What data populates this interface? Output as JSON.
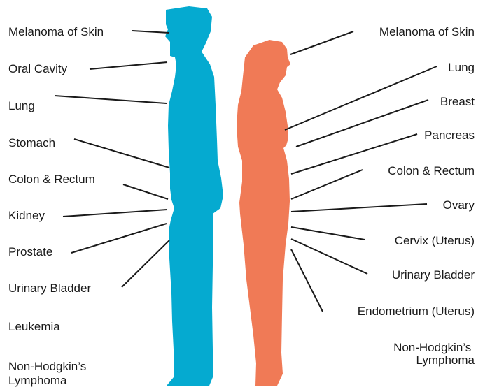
{
  "male": {
    "sites": [
      {
        "id": "melanoma-of-skin",
        "label": "Melanoma of Skin"
      },
      {
        "id": "oral-cavity",
        "label": "Oral Cavity"
      },
      {
        "id": "lung",
        "label": "Lung"
      },
      {
        "id": "stomach",
        "label": "Stomach"
      },
      {
        "id": "colon-rectum",
        "label": "Colon & Rectum"
      },
      {
        "id": "kidney",
        "label": "Kidney"
      },
      {
        "id": "prostate",
        "label": "Prostate"
      },
      {
        "id": "urinary-bladder",
        "label": "Urinary Bladder"
      },
      {
        "id": "leukemia",
        "label": "Leukemia"
      },
      {
        "id": "non-hodgkins-lymphoma",
        "label": [
          "Non-Hodgkin’s",
          "Lymphoma"
        ]
      }
    ]
  },
  "female": {
    "sites": [
      {
        "id": "melanoma-of-skin",
        "label": "Melanoma of Skin"
      },
      {
        "id": "lung",
        "label": "Lung"
      },
      {
        "id": "breast",
        "label": "Breast"
      },
      {
        "id": "pancreas",
        "label": "Pancreas"
      },
      {
        "id": "colon-rectum",
        "label": "Colon & Rectum"
      },
      {
        "id": "ovary",
        "label": "Ovary"
      },
      {
        "id": "cervix-uterus",
        "label": "Cervix (Uterus)"
      },
      {
        "id": "urinary-bladder",
        "label": "Urinary Bladder"
      },
      {
        "id": "endometrium-uterus",
        "label": "Endometrium (Uterus)"
      },
      {
        "id": "non-hodgkins-lymphoma",
        "label": [
          "Non-Hodgkin’s",
          "Lymphoma"
        ]
      }
    ]
  },
  "colors": {
    "male_body": "#05aad0",
    "female_body": "#f07a56",
    "text": "#1a1a1a"
  }
}
